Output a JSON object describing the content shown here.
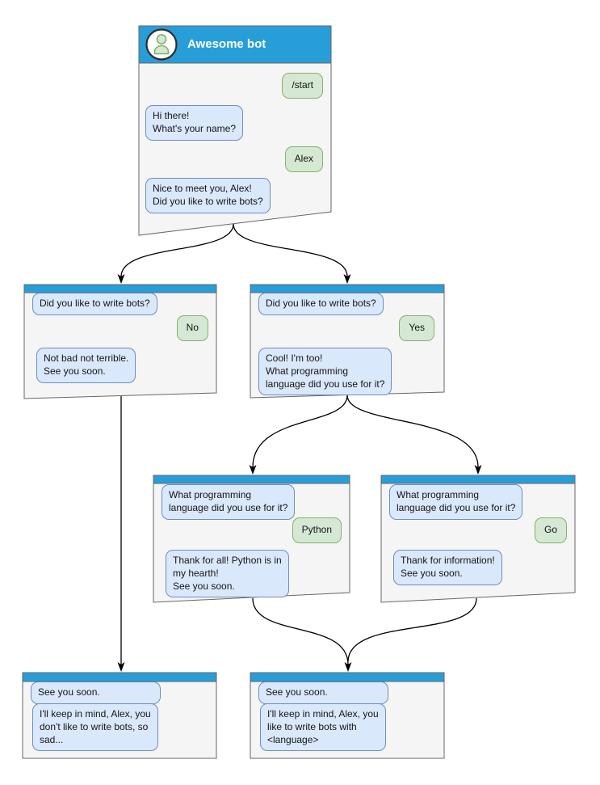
{
  "colors": {
    "header": "#289ED9",
    "window_fill": "#F5F5F5",
    "window_border": "#666666",
    "bot_bubble_fill": "#DAE8FC",
    "bot_bubble_border": "#6C8EBF",
    "user_bubble_fill": "#D5E8D4",
    "user_bubble_border": "#82B366",
    "connector": "#000000"
  },
  "icons": {
    "avatar": "person-icon"
  },
  "windows": [
    {
      "id": "start",
      "title": "Awesome bot",
      "bubbles": [
        {
          "side": "user",
          "text": "/start"
        },
        {
          "side": "bot",
          "text": "Hi there!\nWhat's your name?"
        },
        {
          "side": "user",
          "text": "Alex"
        },
        {
          "side": "bot",
          "text": "Nice to meet you, Alex!\nDid you like to write bots?"
        }
      ]
    },
    {
      "id": "branch-no",
      "bubbles": [
        {
          "side": "bot",
          "text": "Did you like to write bots?"
        },
        {
          "side": "user",
          "text": "No"
        },
        {
          "side": "bot",
          "text": "Not bad not terrible.\nSee you soon."
        }
      ]
    },
    {
      "id": "branch-yes",
      "bubbles": [
        {
          "side": "bot",
          "text": "Did you like to write bots?"
        },
        {
          "side": "user",
          "text": "Yes"
        },
        {
          "side": "bot",
          "text": "Cool! I'm too!\nWhat programming\nlanguage did you use for it?"
        }
      ]
    },
    {
      "id": "lang-python",
      "bubbles": [
        {
          "side": "bot",
          "text": "What programming\nlanguage did you use for it?"
        },
        {
          "side": "user",
          "text": "Python"
        },
        {
          "side": "bot",
          "text": "Thank for all! Python is in\nmy hearth!\nSee you soon."
        }
      ]
    },
    {
      "id": "lang-go",
      "bubbles": [
        {
          "side": "bot",
          "text": "What programming\nlanguage did you use for it?"
        },
        {
          "side": "user",
          "text": "Go"
        },
        {
          "side": "bot",
          "text": "Thank for information!\nSee you soon."
        }
      ]
    },
    {
      "id": "end-no",
      "bubbles": [
        {
          "side": "bot",
          "text": "See you soon."
        },
        {
          "side": "bot",
          "text": "I'll keep in mind, Alex, you\ndon't like to write bots, so\nsad..."
        }
      ]
    },
    {
      "id": "end-yes",
      "bubbles": [
        {
          "side": "bot",
          "text": "See you soon."
        },
        {
          "side": "bot",
          "text": "I'll keep in mind, Alex, you\nlike to write bots with\n<language>"
        }
      ]
    }
  ]
}
